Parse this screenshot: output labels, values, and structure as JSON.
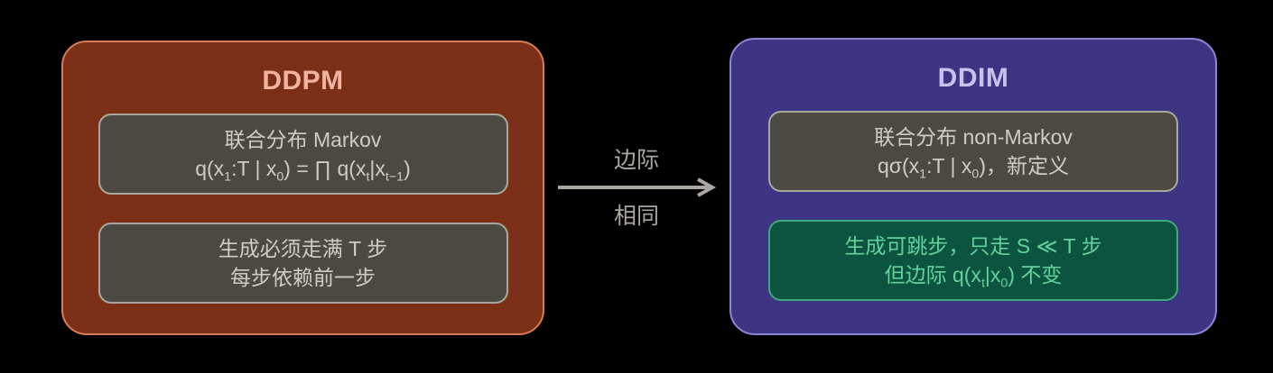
{
  "colors": {
    "background": "#000000",
    "ddpm_fill": "#7b2f17",
    "ddpm_border": "#d97b55",
    "ddpm_title_text": "#f2b3a0",
    "ddim_fill": "#3d3583",
    "ddim_border": "#8d86d3",
    "ddim_title_text": "#c6c2ec",
    "card_fill": "#4a4a43",
    "card_border": "#a9a69e",
    "card_text": "#d0ccc4",
    "highlight_fill": "#0c5440",
    "highlight_border": "#3cab7b",
    "highlight_text": "#62d29b",
    "arrow": "#a9a6a0"
  },
  "ddpm": {
    "title": "DDPM",
    "joint_card": {
      "line1": "联合分布 Markov",
      "formula": [
        {
          "text": "q(x"
        },
        {
          "sub": "1"
        },
        {
          "text": ":T | x"
        },
        {
          "sub": "0"
        },
        {
          "text": ") = ∏ q(x"
        },
        {
          "sub": "t"
        },
        {
          "text": "|x"
        },
        {
          "sub": "t−1"
        },
        {
          "text": ")"
        }
      ]
    },
    "steps_card": {
      "line1": "生成必须走满 T 步",
      "line2": "每步依赖前一步"
    }
  },
  "connector": {
    "label_top": "边际",
    "label_bottom": "相同"
  },
  "ddim": {
    "title": "DDIM",
    "joint_card": {
      "line1": "联合分布 non-Markov",
      "formula": [
        {
          "text": "qσ(x"
        },
        {
          "sub": "1"
        },
        {
          "text": ":T | x"
        },
        {
          "sub": "0"
        },
        {
          "text": ")，新定义"
        }
      ]
    },
    "steps_card": {
      "line1": "生成可跳步，只走 S ≪ T 步",
      "line2": [
        {
          "text": "但边际 q(x"
        },
        {
          "sub": "t"
        },
        {
          "text": "|x"
        },
        {
          "sub": "0"
        },
        {
          "text": ") 不变"
        }
      ]
    }
  }
}
